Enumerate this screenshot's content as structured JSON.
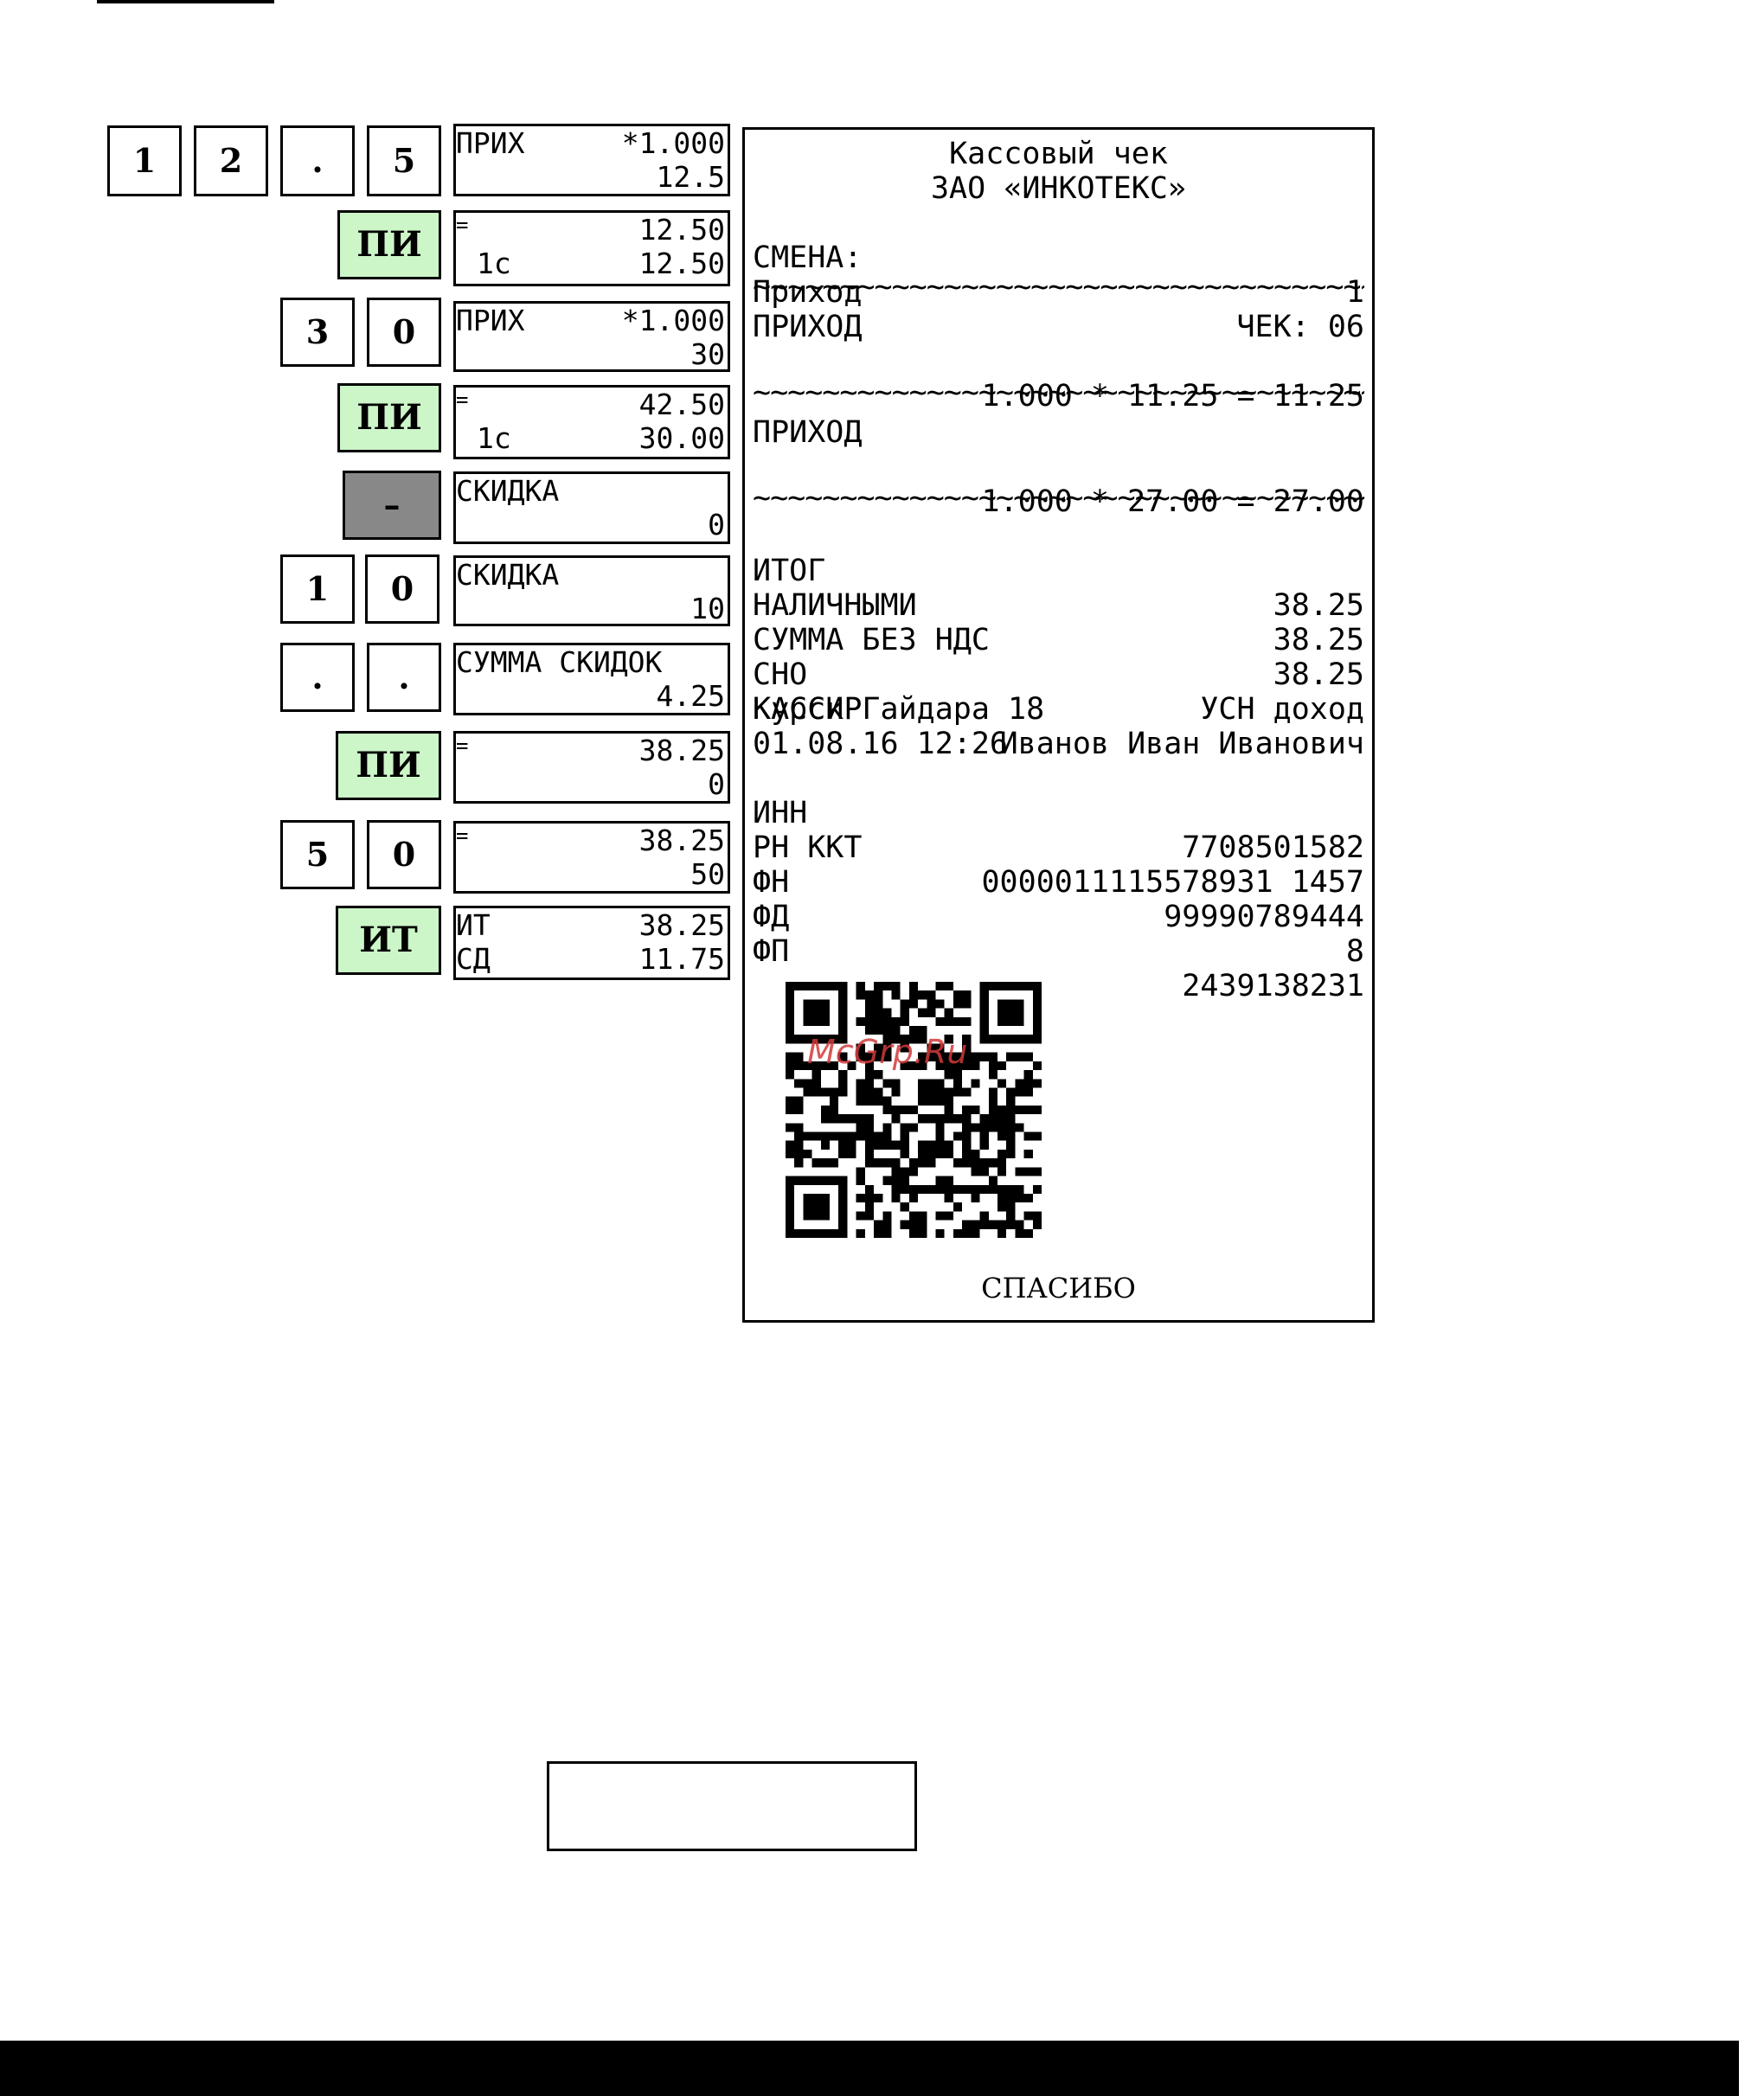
{
  "keys": {
    "row1": [
      "1",
      "2",
      ".",
      "5"
    ],
    "pi_label": "ПИ",
    "row3": [
      "3",
      "0"
    ],
    "minus_label": "–",
    "row6": [
      "1",
      "0"
    ],
    "row7": [
      ".",
      "."
    ],
    "row9": [
      "5",
      "0"
    ],
    "it_label": "ИТ"
  },
  "displays": [
    {
      "l1_left": "ПРИХ",
      "l1_right": "*1.000",
      "l2_left": "",
      "l2_right": "12.5"
    },
    {
      "l1_left": "=",
      "l1_right": "12.50",
      "l2_left": "1с",
      "l2_right": "12.50"
    },
    {
      "l1_left": "ПРИХ",
      "l1_right": "*1.000",
      "l2_left": "",
      "l2_right": "30"
    },
    {
      "l1_left": "=",
      "l1_right": "42.50",
      "l2_left": "1с",
      "l2_right": "30.00"
    },
    {
      "l1_left": "СКИДКА",
      "l1_right": "",
      "l2_left": "",
      "l2_right": "0"
    },
    {
      "l1_left": "СКИДКА",
      "l1_right": "",
      "l2_left": "",
      "l2_right": "10"
    },
    {
      "l1_left": "СУММА СКИДОК",
      "l1_right": "",
      "l2_left": "",
      "l2_right": "4.25"
    },
    {
      "l1_left": "=",
      "l1_right": "38.25",
      "l2_left": "",
      "l2_right": "0"
    },
    {
      "l1_left": "=",
      "l1_right": "38.25",
      "l2_left": "",
      "l2_right": "50"
    },
    {
      "l1_left": "ИТ",
      "l1_right": "38.25",
      "l2_left": "СД",
      "l2_right": "11.75"
    }
  ],
  "receipt": {
    "title": "Кассовый чек",
    "company": "ЗАО «ИНКОТЕКС»",
    "shift_label": "СМЕНА:",
    "shift_value": "1",
    "op_label": "Приход",
    "check_label": "ЧЕК: 06",
    "separator": "~~~~~~~~~~~~~~~~~~~~~~~~~~~~~~~~~~~~~~~~",
    "item1_label": "ПРИХОД",
    "item1_calc": "1.000 * 11.25 = 11.25",
    "item2_label": "ПРИХОД",
    "item2_calc": "1.000 * 27.00 = 27.00",
    "total_label": "ИТОГ",
    "total_value": "38.25",
    "cash_label": "НАЛИЧНЫМИ",
    "cash_value": "38.25",
    "novat_label": "СУММА БЕЗ НДС",
    "novat_value": "38.25",
    "sno_label": "СНО",
    "sno_value": "УСН доход",
    "cashier_label": "КАССИР",
    "cashier_value": "Иванов Иван Иванович",
    "address": "Курск Гайдара 18",
    "datetime": "01.08.16 12:26",
    "inn_label": "ИНН",
    "inn_value": "7708501582",
    "rn_label": "РН ККТ",
    "rn_value": "0000011115578931 1457",
    "fn_label": "ФН",
    "fn_value": "99990789444",
    "fd_label": "ФД",
    "fd_value": "8",
    "fp_label": "ФП",
    "fp_value": "2439138231",
    "thanks": "СПАСИБО",
    "watermark": "McGrp.Ru"
  }
}
